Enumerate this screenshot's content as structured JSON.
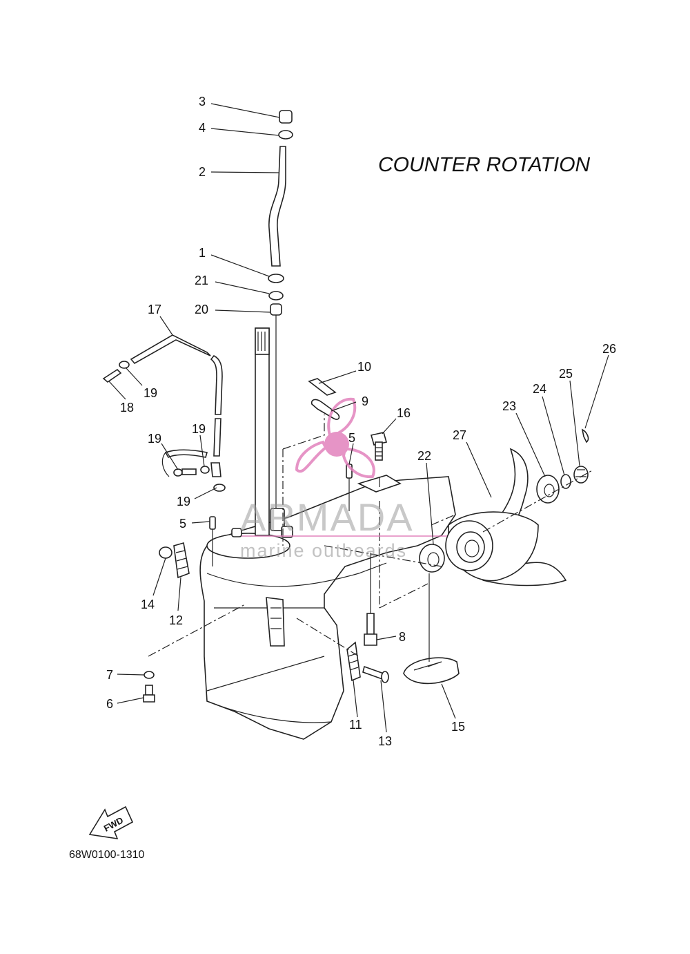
{
  "title": "COUNTER  ROTATION",
  "diagram_code": "68W0100-1310",
  "fwd_label": "FWD",
  "watermark": {
    "brand": "ARMADA",
    "tagline": "marine outboards",
    "logo_color": "#e07ab8"
  },
  "callouts": [
    {
      "id": "3",
      "text": "3"
    },
    {
      "id": "4",
      "text": "4"
    },
    {
      "id": "2",
      "text": "2"
    },
    {
      "id": "1",
      "text": "1"
    },
    {
      "id": "21",
      "text": "21"
    },
    {
      "id": "20",
      "text": "20"
    },
    {
      "id": "17",
      "text": "17"
    },
    {
      "id": "19a",
      "text": "19"
    },
    {
      "id": "18",
      "text": "18"
    },
    {
      "id": "19b",
      "text": "19"
    },
    {
      "id": "19c",
      "text": "19"
    },
    {
      "id": "19d",
      "text": "19"
    },
    {
      "id": "10",
      "text": "10"
    },
    {
      "id": "9",
      "text": "9"
    },
    {
      "id": "16",
      "text": "16"
    },
    {
      "id": "5a",
      "text": "5"
    },
    {
      "id": "5b",
      "text": "5"
    },
    {
      "id": "22",
      "text": "22"
    },
    {
      "id": "27",
      "text": "27"
    },
    {
      "id": "23",
      "text": "23"
    },
    {
      "id": "24",
      "text": "24"
    },
    {
      "id": "25",
      "text": "25"
    },
    {
      "id": "26",
      "text": "26"
    },
    {
      "id": "14",
      "text": "14"
    },
    {
      "id": "12",
      "text": "12"
    },
    {
      "id": "8",
      "text": "8"
    },
    {
      "id": "7",
      "text": "7"
    },
    {
      "id": "6",
      "text": "6"
    },
    {
      "id": "11",
      "text": "11"
    },
    {
      "id": "13",
      "text": "13"
    },
    {
      "id": "15",
      "text": "15"
    }
  ]
}
